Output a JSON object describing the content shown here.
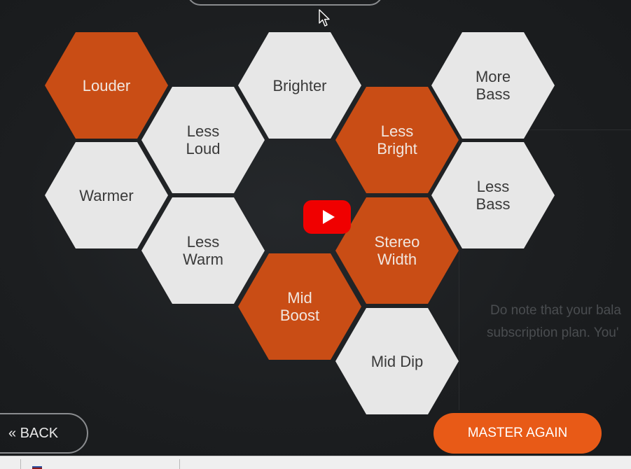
{
  "tiles": [
    {
      "label": "Louder",
      "style": "orange"
    },
    {
      "label": "Less\nLoud",
      "style": "light"
    },
    {
      "label": "Warmer",
      "style": "light"
    },
    {
      "label": "Less\nWarm",
      "style": "light"
    },
    {
      "label": "Brighter",
      "style": "light"
    },
    {
      "label": "Mid\nBoost",
      "style": "orange"
    },
    {
      "label": "Less\nBright",
      "style": "orange"
    },
    {
      "label": "Stereo\nWidth",
      "style": "orange"
    },
    {
      "label": "Mid Dip",
      "style": "light"
    },
    {
      "label": "More\nBass",
      "style": "light"
    },
    {
      "label": "Less\nBass",
      "style": "light"
    }
  ],
  "background_text": {
    "line1": "Do note that your bala",
    "line2": "subscription plan. You'"
  },
  "buttons": {
    "back": "« BACK",
    "master_again": "MASTER AGAIN"
  },
  "video": {
    "play_icon": "play-icon"
  },
  "colors": {
    "accent_orange": "#c94d15",
    "button_orange": "#e85a17",
    "tile_light": "#e7e7e7",
    "play_red": "#f00000"
  }
}
